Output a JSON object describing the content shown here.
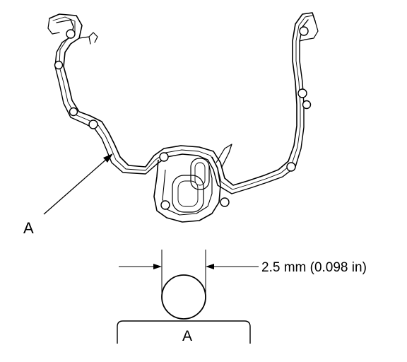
{
  "labels": {
    "callout_main": "A",
    "dimension": "2.5 mm (0.098 in)",
    "section_label": "A"
  },
  "colors": {
    "line": "#000000",
    "background": "#ffffff"
  }
}
